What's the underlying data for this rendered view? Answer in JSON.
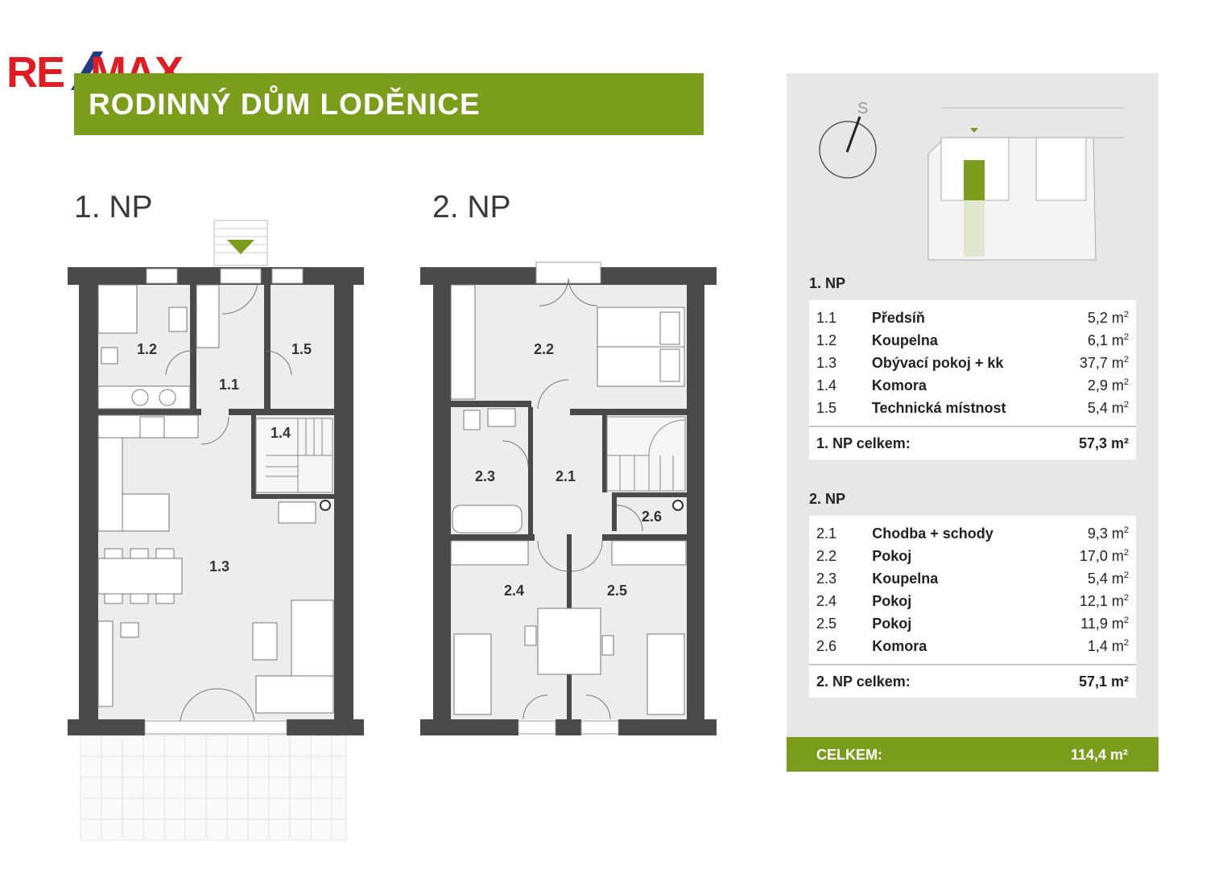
{
  "logo": {
    "text": "RE/MAX",
    "color_red": "#e11b22",
    "color_blue": "#1f3c88"
  },
  "title": "RODINNÝ DŮM LODĚNICE",
  "accent_color": "#7a9e1c",
  "floor1": {
    "heading": "1. NP",
    "rooms": [
      {
        "label": "1.1"
      },
      {
        "label": "1.2"
      },
      {
        "label": "1.3"
      },
      {
        "label": "1.4"
      },
      {
        "label": "1.5"
      }
    ]
  },
  "floor2": {
    "heading": "2. NP",
    "rooms": [
      {
        "label": "2.1"
      },
      {
        "label": "2.2"
      },
      {
        "label": "2.3"
      },
      {
        "label": "2.4"
      },
      {
        "label": "2.5"
      },
      {
        "label": "2.6"
      }
    ]
  },
  "site_plan": {
    "compass_label": "S"
  },
  "summary": {
    "np1": {
      "title": "1. NP",
      "rows": [
        {
          "num": "1.1",
          "name": "Předsíň",
          "area": "5,2 m",
          "unit_sup": "2"
        },
        {
          "num": "1.2",
          "name": "Koupelna",
          "area": "6,1 m",
          "unit_sup": "2"
        },
        {
          "num": "1.3",
          "name": "Obývací pokoj + kk",
          "area": "37,7 m",
          "unit_sup": "2"
        },
        {
          "num": "1.4",
          "name": "Komora",
          "area": "2,9 m",
          "unit_sup": "2"
        },
        {
          "num": "1.5",
          "name": "Technická místnost",
          "area": "5,4 m",
          "unit_sup": "2"
        }
      ],
      "total_label": "1. NP celkem:",
      "total_value": "57,3 m²"
    },
    "np2": {
      "title": "2. NP",
      "rows": [
        {
          "num": "2.1",
          "name": "Chodba + schody",
          "area": "9,3 m",
          "unit_sup": "2"
        },
        {
          "num": "2.2",
          "name": "Pokoj",
          "area": "17,0 m",
          "unit_sup": "2"
        },
        {
          "num": "2.3",
          "name": "Koupelna",
          "area": "5,4 m",
          "unit_sup": "2"
        },
        {
          "num": "2.4",
          "name": "Pokoj",
          "area": "12,1 m",
          "unit_sup": "2"
        },
        {
          "num": "2.5",
          "name": "Pokoj",
          "area": "11,9 m",
          "unit_sup": "2"
        },
        {
          "num": "2.6",
          "name": "Komora",
          "area": "1,4 m",
          "unit_sup": "2"
        }
      ],
      "total_label": "2. NP celkem:",
      "total_value": "57,1 m²"
    },
    "grand_label": "CELKEM:",
    "grand_value": "114,4 m²"
  }
}
